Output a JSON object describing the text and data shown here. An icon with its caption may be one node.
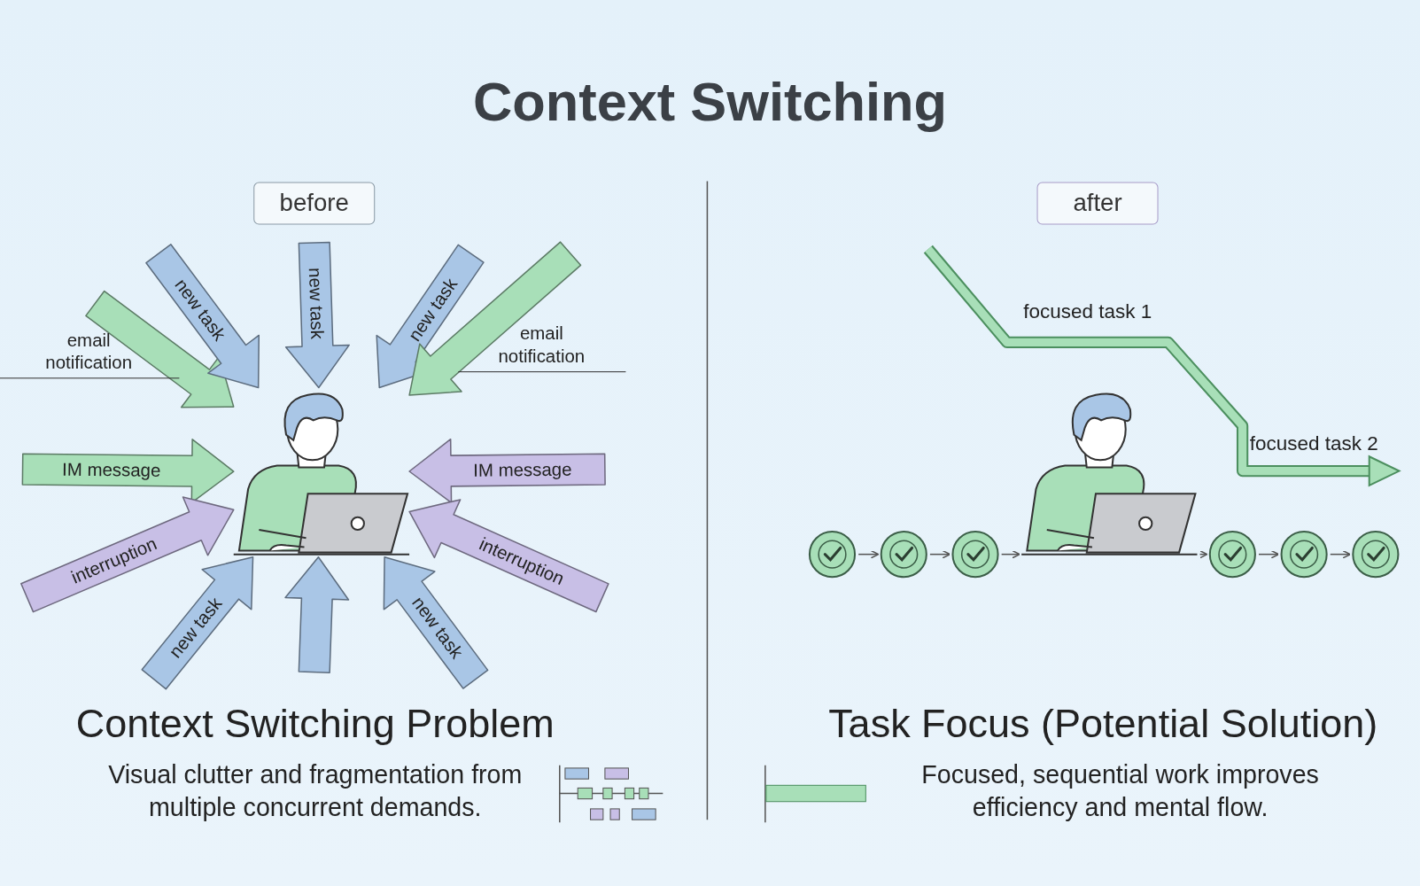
{
  "diagram": {
    "title": "Context Switching",
    "nodes": [
      {
        "text": [
          "before"
        ]
      },
      {
        "text": [
          "after"
        ]
      },
      {
        "text": [],
        "shape": "picture"
      },
      {
        "text": [],
        "shape": "picture"
      },
      {
        "text": [],
        "shape": "circle"
      },
      {
        "text": [],
        "shape": "circle"
      },
      {
        "text": [],
        "shape": "circle"
      },
      {
        "text": [],
        "shape": "circle"
      },
      {
        "text": [],
        "shape": "circle"
      },
      {
        "text": [],
        "shape": "circle"
      }
    ],
    "edges": [
      {
        "from": null,
        "to": 2,
        "arrow": "to",
        "label": "email notification",
        "style": "thick",
        "color": "#a8dfb8"
      },
      {
        "from": null,
        "to": 2,
        "arrow": "to",
        "label": "new task",
        "style": "thick"
      },
      {
        "from": null,
        "to": 2,
        "arrow": "to",
        "label": "new task",
        "style": "thick"
      },
      {
        "from": null,
        "to": 2,
        "arrow": "to",
        "label": "new task",
        "style": "thick"
      },
      {
        "from": null,
        "to": 2,
        "arrow": "to",
        "label": "email notification",
        "style": "thick",
        "color": "#a8dfb8"
      },
      {
        "from": null,
        "to": 2,
        "arrow": "to",
        "label": "IM message",
        "style": "thick",
        "color": "#a8dfb8"
      },
      {
        "from": null,
        "to": 2,
        "arrow": "to",
        "label": "IM message",
        "style": "thick",
        "color": "#c8bfe6"
      },
      {
        "from": null,
        "to": 2,
        "arrow": "to",
        "label": "interruption",
        "style": "thick",
        "color": "#c8bfe6"
      },
      {
        "from": null,
        "to": 2,
        "arrow": "to",
        "label": "interruption",
        "style": "thick",
        "color": "#c8bfe6"
      },
      {
        "from": null,
        "to": 2,
        "arrow": "to",
        "label": "new task",
        "style": "thick"
      },
      {
        "from": null,
        "to": 2,
        "arrow": "to",
        "style": "thick"
      },
      {
        "from": null,
        "to": 2,
        "arrow": "to",
        "label": "new task",
        "style": "thick"
      },
      {
        "from": 4,
        "to": 5,
        "arrow": "to",
        "color": "#555555"
      },
      {
        "from": 5,
        "to": 6,
        "arrow": "to",
        "color": "#555555"
      },
      {
        "from": 6,
        "to": 3,
        "arrow": "to",
        "color": "#555555"
      },
      {
        "from": 3,
        "to": 7,
        "arrow": "to",
        "color": "#555555"
      },
      {
        "from": 7,
        "to": 8,
        "arrow": "to",
        "color": "#555555"
      },
      {
        "from": 8,
        "to": 9,
        "arrow": "to",
        "color": "#555555"
      }
    ],
    "labels": [
      "focused task 1",
      "focused task 2",
      "Context Switching Problem",
      "Visual clutter and fragmentation from multiple concurrent demands.",
      "Task Focus (Potential Solution)",
      "Focused, sequential work improves efficiency and mental flow."
    ]
  }
}
